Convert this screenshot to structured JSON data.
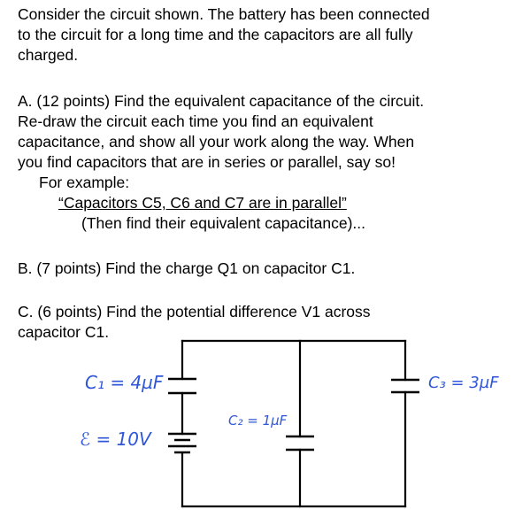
{
  "intro": {
    "line1": "Consider the circuit shown. The battery has been connected",
    "line2": "to the circuit for a long time and the capacitors are all fully",
    "line3": "charged."
  },
  "partA": {
    "line1": "A.  (12 points) Find the equivalent capacitance of the circuit.",
    "line2": "Re-draw the circuit each time you find an equivalent",
    "line3": "capacitance, and show all your work along the way. When",
    "line4": "you find capacitors that are in series or parallel, say so!",
    "example_label": "For example:",
    "example_quote": "“Capacitors C5, C6 and C7 are in parallel”",
    "example_note": "(Then find their equivalent capacitance)..."
  },
  "partB": {
    "line1": "B.  (7 points) Find the charge Q1 on capacitor C1."
  },
  "partC": {
    "line1": "C.  (6 points) Find the potential difference V1 across",
    "line2": "capacitor C1."
  },
  "circuit": {
    "c1_label": "C₁ = 4µF",
    "emf_label": "ℰ = 10V",
    "c2_label": "C₂ = 1µF",
    "c3_label": "C₃ = 3µF",
    "ink_color": "#2f57d8"
  }
}
